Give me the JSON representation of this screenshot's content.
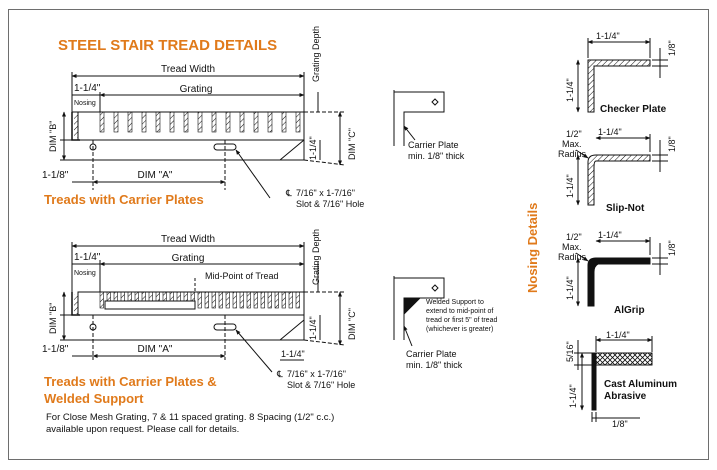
{
  "title": "STEEL STAIR TREAD DETAILS",
  "section1": {
    "heading": "Treads with Carrier Plates",
    "tread_width": "Tread Width",
    "grating": "Grating",
    "nosing_dim": "1-1/4\"",
    "nosing": "Nosing",
    "grating_depth": "Grating Depth",
    "dim_b": "DIM \"B\"",
    "dim_c": "DIM \"C\"",
    "dim_a": "DIM \"A\"",
    "left_dim": "1-1/8\"",
    "right_dim": "1-1/4\"",
    "slot_line1": "7/16\" x 1-7/16\"",
    "slot_line2": "Slot & 7/16\" Hole",
    "carrier_line1": "Carrier Plate",
    "carrier_line2": "min. 1/8\" thick"
  },
  "section2": {
    "heading_line1": "Treads with Carrier Plates &",
    "heading_line2": "Welded Support",
    "tread_width": "Tread Width",
    "grating": "Grating",
    "nosing_dim": "1-1/4\"",
    "nosing": "Nosing",
    "grating_depth": "Grating Depth",
    "midpoint": "Mid-Point of Tread",
    "dim_b": "DIM \"B\"",
    "dim_c": "DIM \"C\"",
    "dim_a": "DIM \"A\"",
    "left_dim": "1-1/8\"",
    "right_dim": "1-1/4\"",
    "right_dim2": "1-1/4\"",
    "slot_line1": "7/16\" x 1-7/16\"",
    "slot_line2": "Slot & 7/16\" Hole",
    "weld_note": [
      "Welded Support to",
      "extend to mid-point of",
      "tread or first 5\" of tread",
      "(whichever is greater)"
    ],
    "carrier_line1": "Carrier Plate",
    "carrier_line2": "min. 1/8\" thick"
  },
  "footnote": [
    "For Close Mesh Grating, 7 & 11 spaced grating. 8 Spacing (1/2\" c.c.)",
    "available upon request. Please call for details."
  ],
  "nosing_details": {
    "title": "Nosing Details",
    "checker": {
      "label": "Checker Plate",
      "width": "1-1/4\"",
      "height": "1-1/4\"",
      "thick": "1/8\""
    },
    "slipnot": {
      "label": "Slip-Not",
      "radius1": "1/2\"",
      "radius2": "Max.",
      "radius3": "Radius",
      "width": "1-1/4\"",
      "height": "1-1/4\"",
      "thick": "1/8\""
    },
    "algrip": {
      "label": "AlGrip",
      "radius1": "1/2\"",
      "radius2": "Max.",
      "radius3": "Radius",
      "width": "1-1/4\"",
      "height": "1-1/4\"",
      "thick": "1/8\""
    },
    "cast": {
      "label1": "Cast Aluminum",
      "label2": "Abrasive",
      "width": "1-1/4\"",
      "height": "1-1/4\"",
      "thick": "5/16\"",
      "bottom": "1/8\""
    }
  },
  "colors": {
    "accent": "#e07a1b",
    "line": "#111111",
    "border": "#6e6e6e"
  }
}
